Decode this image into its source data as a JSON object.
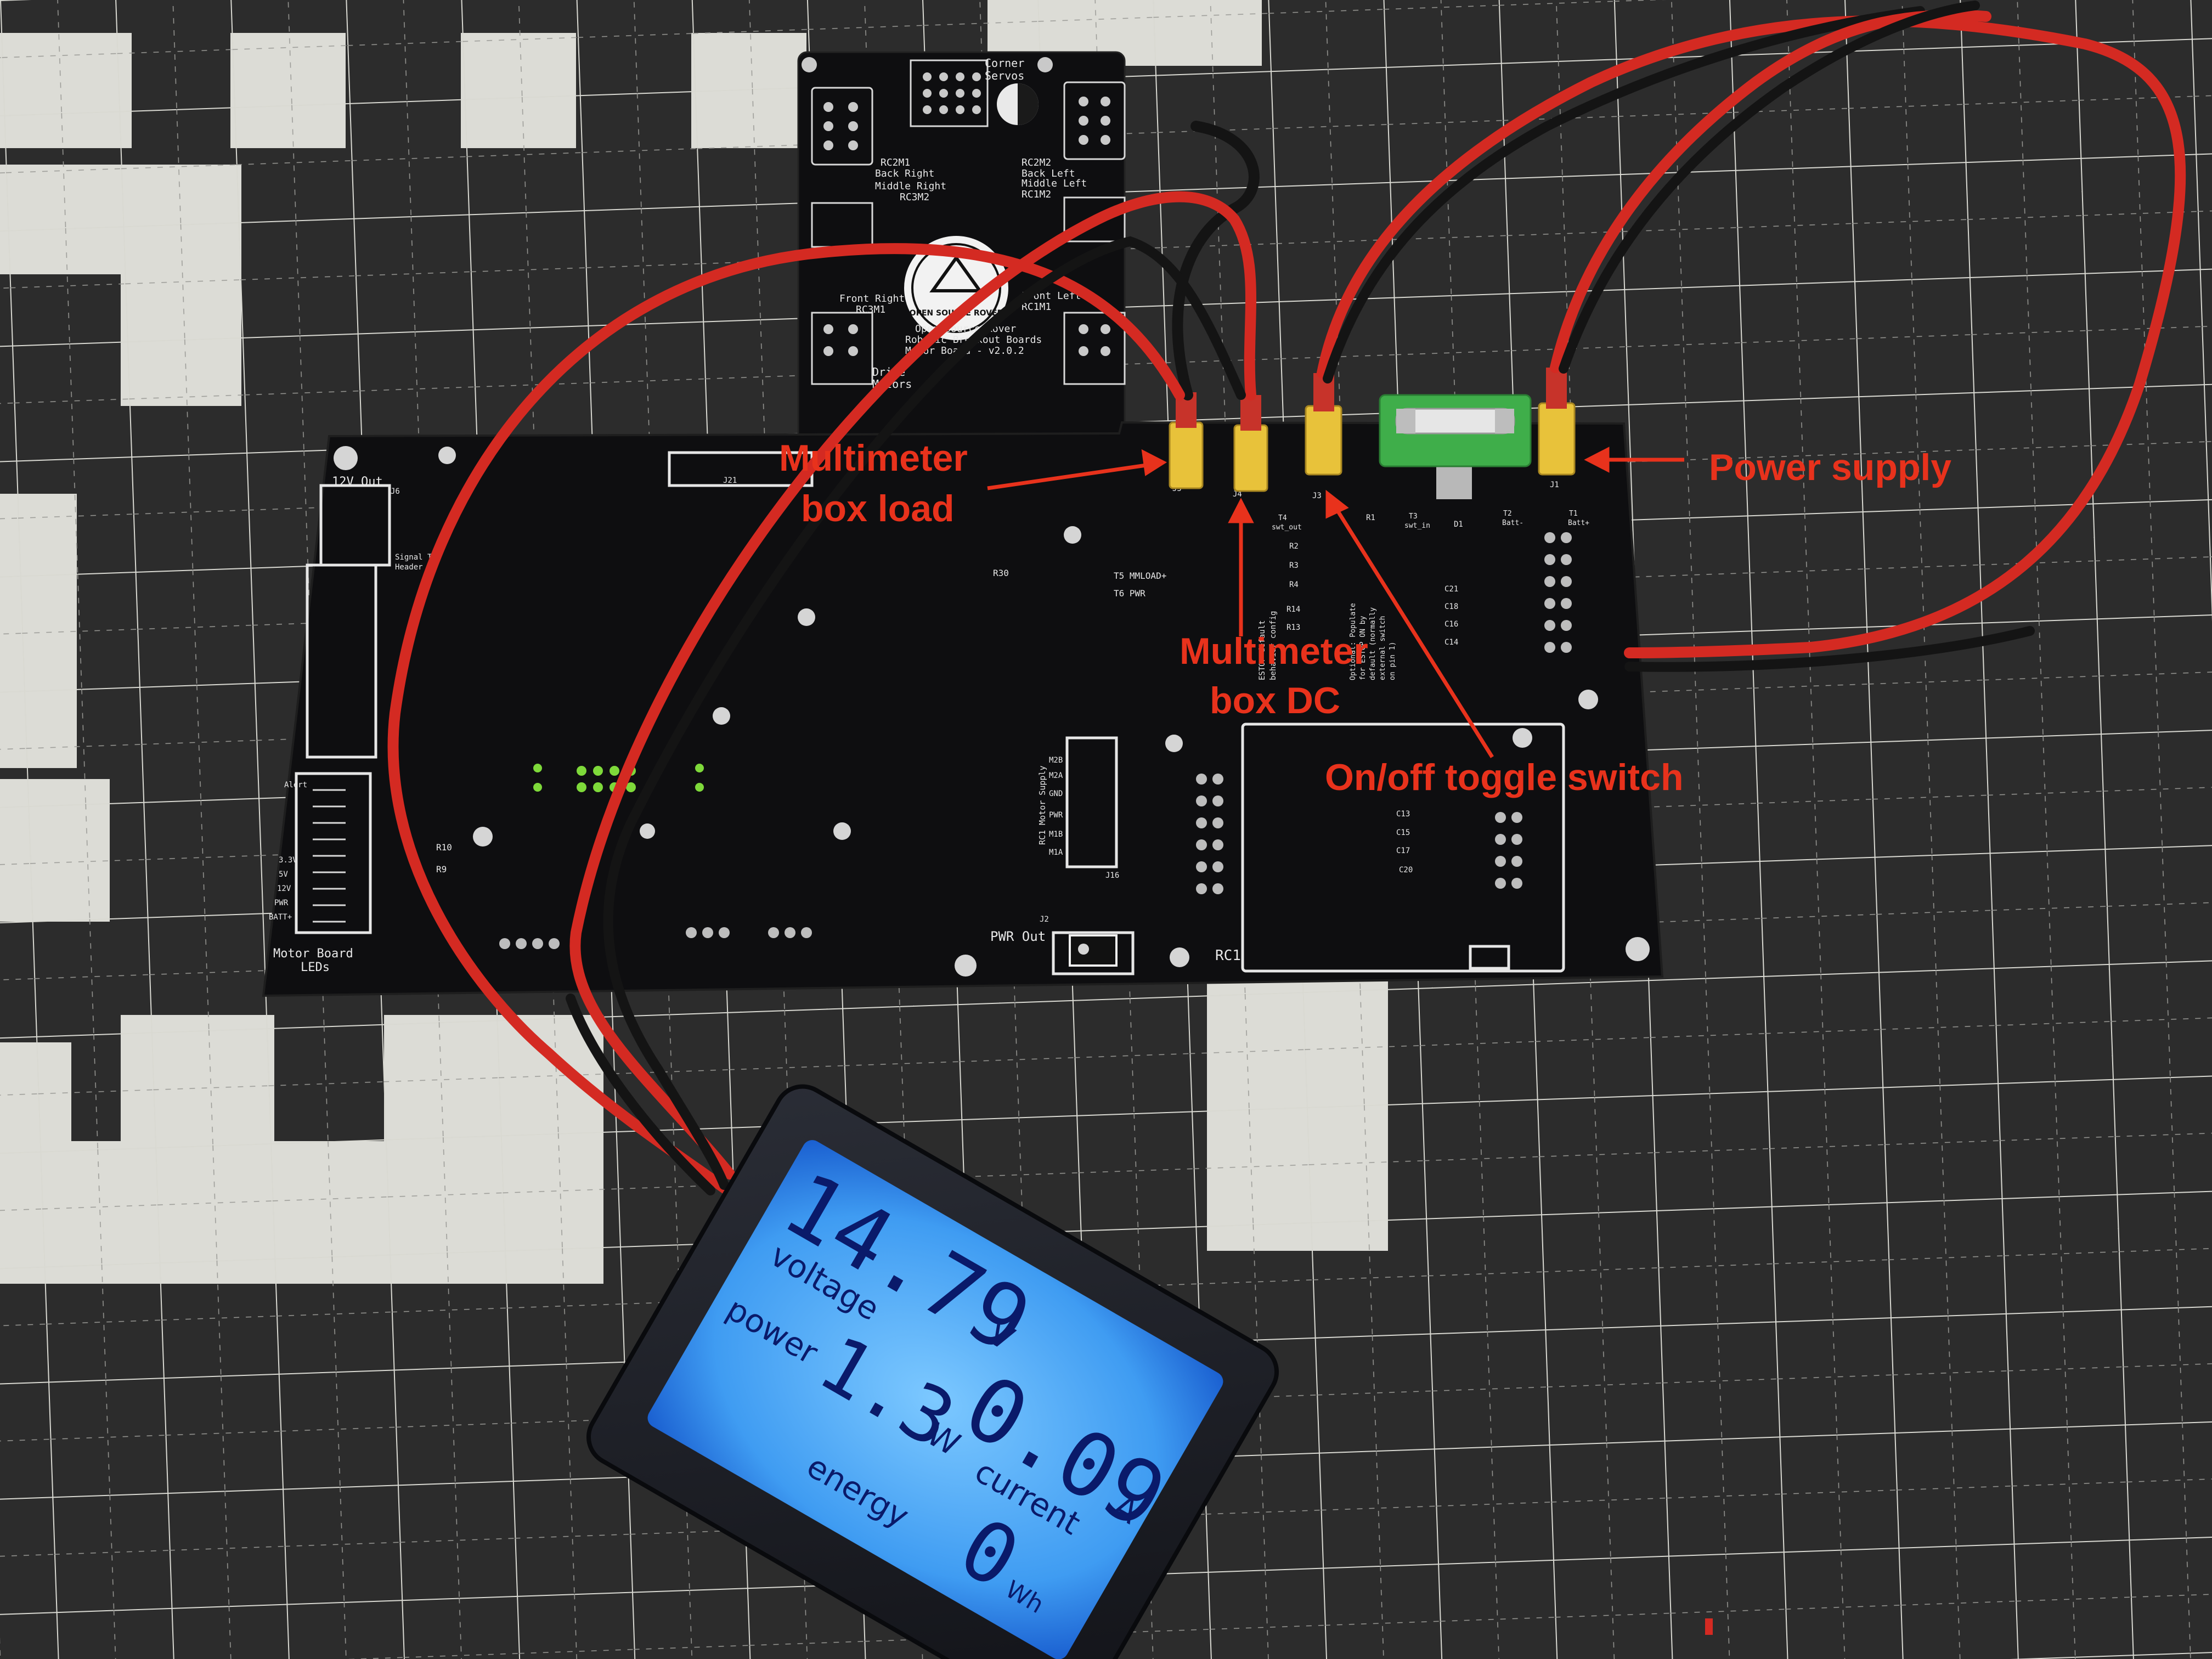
{
  "colors": {
    "mat_dark": "#2c2c2c",
    "mat_light": "#dcdcd6",
    "pcb": "#0e0e10",
    "silkscreen": "#e8e8e8",
    "wire_red": "#d42a22",
    "wire_black": "#141414",
    "connector_yellow": "#e8c23a",
    "fuse_holder": "#3fae4a",
    "annotation": "#e8321c",
    "lcd_backlight": "#4fb2ff",
    "meter_case": "#1a1c22"
  },
  "annotations": {
    "multimeter_load": [
      "Multimeter",
      "box load"
    ],
    "multimeter_dc": [
      "Multimeter",
      "box DC"
    ],
    "toggle_switch": "On/off toggle switch",
    "power_supply": "Power supply"
  },
  "motor_board": {
    "connectors": [
      "Corner",
      "Servos"
    ],
    "rc2m1": [
      "RC2M1",
      "Back Right"
    ],
    "rc2m2": [
      "RC2M2",
      "Back Left"
    ],
    "mid_right": [
      "Middle Right",
      "RC3M2"
    ],
    "mid_left": [
      "Middle Left",
      "RC1M2"
    ],
    "front_right": [
      "Front Right",
      "RC3M1"
    ],
    "front_left": [
      "Front Left",
      "RC1M1"
    ],
    "title": [
      "Open Source Rover",
      "Robotic Breakout Boards",
      "Motor Board - v2.0.2"
    ],
    "drive_motors": [
      "Drive",
      "Motors"
    ],
    "logo_text": "OPEN SOURCE ROVER"
  },
  "main_board": {
    "out12v": "12V Out",
    "signal_header": [
      "Signal Ter",
      "Header"
    ],
    "leds_label": [
      "Motor Board",
      "LEDs"
    ],
    "led_rows": [
      "Alert",
      "3.3V",
      "5V",
      "12V",
      "PWR",
      "BATT+"
    ],
    "pwr_out": "PWR Out",
    "rc1": "RC1",
    "rc1_supply": "RC1 Motor Supply",
    "rc1_pins": [
      "M2B",
      "M2A",
      "GND",
      "PWR",
      "M1B",
      "M1A"
    ],
    "t5": "T5 MMLOAD+",
    "t6": "T6 PWR",
    "j_labels": [
      "J5",
      "J4",
      "J3",
      "J1",
      "J2",
      "J16",
      "J21",
      "J6"
    ],
    "r_labels": [
      "R30",
      "R10",
      "R9",
      "R1",
      "R2",
      "R3",
      "R4",
      "R13",
      "R14"
    ],
    "c_labels": [
      "C21",
      "C18",
      "C16",
      "C14",
      "C13",
      "C15",
      "C17",
      "C20"
    ],
    "t_labels": [
      "T4",
      "swt_out",
      "T3",
      "swt_in",
      "T2",
      "Batt-",
      "T1",
      "Batt+",
      "D1"
    ],
    "estop": [
      "ESTOP default",
      "behavior config"
    ],
    "estop_opt": [
      "Optional: Populate",
      "for ESTOP ON by",
      "default (normally",
      "external switch",
      "on pin 1)"
    ]
  },
  "meter": {
    "voltage_value": "14.79",
    "voltage_unit": "V",
    "voltage_label": "voltage",
    "current_value": "0.09",
    "current_unit": "A",
    "current_label": "current",
    "power_value": "1.3",
    "power_unit": "W",
    "power_label": "power",
    "energy_value": "0",
    "energy_unit": "Wh",
    "energy_label": "energy"
  }
}
